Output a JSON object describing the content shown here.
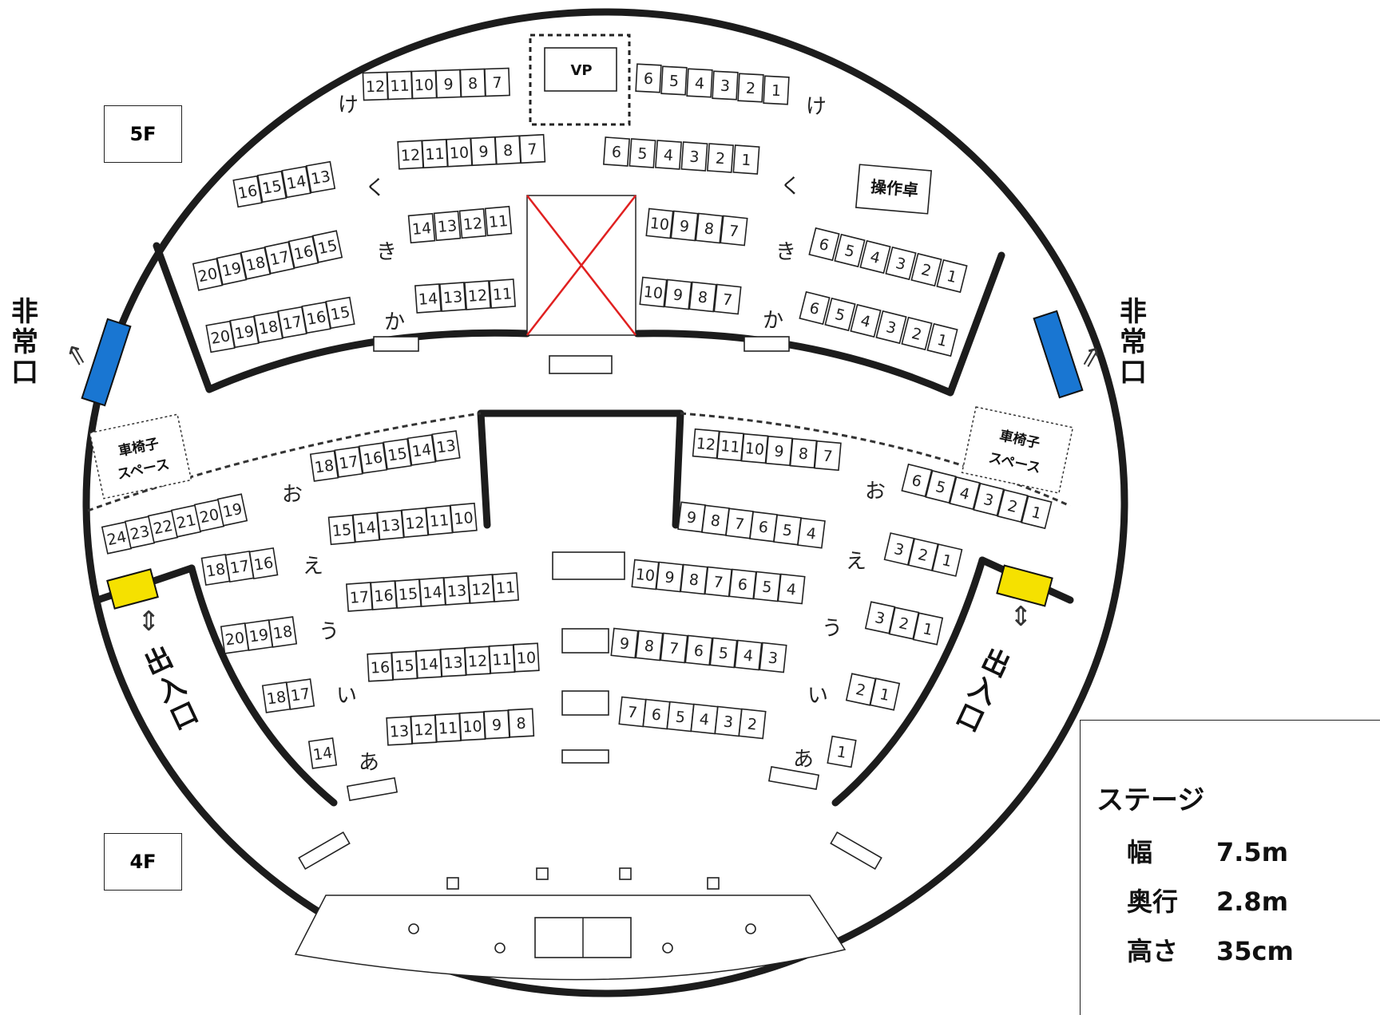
{
  "floors": {
    "upper": "5F",
    "lower": "4F"
  },
  "vp_label": "VP",
  "console_label": "操作卓",
  "emergency_exit": "非常口",
  "entrance": "出入口",
  "wheelchair": "車椅子\nスペース",
  "wheelchair_line1": "車椅子",
  "wheelchair_line2": "スペース",
  "row_labels": [
    "け",
    "く",
    "き",
    "か",
    "お",
    "え",
    "う",
    "い",
    "あ"
  ],
  "stage": {
    "title": "ステージ",
    "specs": [
      {
        "label": "幅",
        "value": "7.5m"
      },
      {
        "label": "奥行",
        "value": "2.8m"
      },
      {
        "label": "高さ",
        "value": "35cm"
      }
    ]
  },
  "seat_rows": [
    {
      "row": "け",
      "left": [
        "12",
        "11",
        "10",
        "9",
        "8",
        "7"
      ],
      "right": [
        "6",
        "5",
        "4",
        "3",
        "2",
        "1"
      ]
    },
    {
      "row": "く",
      "left_outer": [
        "16",
        "15",
        "14",
        "13"
      ],
      "left": [
        "12",
        "11",
        "10",
        "9",
        "8",
        "7"
      ],
      "right": [
        "6",
        "5",
        "4",
        "3",
        "2",
        "1"
      ]
    },
    {
      "row": "き",
      "left_outer": [
        "20",
        "19",
        "18",
        "17",
        "16",
        "15"
      ],
      "left": [
        "14",
        "13",
        "12",
        "11"
      ],
      "right": [
        "10",
        "9",
        "8",
        "7"
      ],
      "right_outer": [
        "6",
        "5",
        "4",
        "3",
        "2",
        "1"
      ]
    },
    {
      "row": "か",
      "left_outer": [
        "20",
        "19",
        "18",
        "17",
        "16",
        "15"
      ],
      "left": [
        "14",
        "13",
        "12",
        "11"
      ],
      "right": [
        "10",
        "9",
        "8",
        "7"
      ],
      "right_outer": [
        "6",
        "5",
        "4",
        "3",
        "2",
        "1"
      ]
    },
    {
      "row": "お",
      "left_top": [
        "18",
        "17",
        "16",
        "15",
        "14",
        "13"
      ],
      "left_bottom": [
        "24",
        "23",
        "22",
        "21",
        "20",
        "19"
      ],
      "right_top": [
        "12",
        "11",
        "10",
        "9",
        "8",
        "7"
      ],
      "right_bottom": [
        "6",
        "5",
        "4",
        "3",
        "2",
        "1"
      ]
    },
    {
      "row": "え",
      "left_a": [
        "18",
        "17",
        "16"
      ],
      "left_b": [
        "15",
        "14",
        "13",
        "12",
        "11",
        "10"
      ],
      "right_a": [
        "9",
        "8",
        "7",
        "6",
        "5",
        "4"
      ],
      "right_b": [
        "3",
        "2",
        "1"
      ]
    },
    {
      "row": "う",
      "left_a": [
        "20",
        "19",
        "18"
      ],
      "left_b": [
        "17",
        "16",
        "15",
        "14",
        "13",
        "12",
        "11"
      ],
      "right_a": [
        "10",
        "9",
        "8",
        "7",
        "6",
        "5",
        "4"
      ],
      "right_b": [
        "3",
        "2",
        "1"
      ]
    },
    {
      "row": "い",
      "left_a": [
        "18",
        "17"
      ],
      "left_b": [
        "16",
        "15",
        "14",
        "13",
        "12",
        "11",
        "10"
      ],
      "right_a": [
        "9",
        "8",
        "7",
        "6",
        "5",
        "4",
        "3"
      ],
      "right_b": [
        "2",
        "1"
      ]
    },
    {
      "row": "あ",
      "left_a": [
        "14"
      ],
      "left_b": [
        "13",
        "12",
        "11",
        "10",
        "9",
        "8"
      ],
      "right_a": [
        "7",
        "6",
        "5",
        "4",
        "3",
        "2"
      ],
      "right_b": [
        "1"
      ]
    }
  ],
  "colors": {
    "emergency_exit_door": "#1976D2",
    "entrance_door": "#F5E100",
    "blocked_area": "#E02020",
    "wall": "#1c1c1c"
  }
}
